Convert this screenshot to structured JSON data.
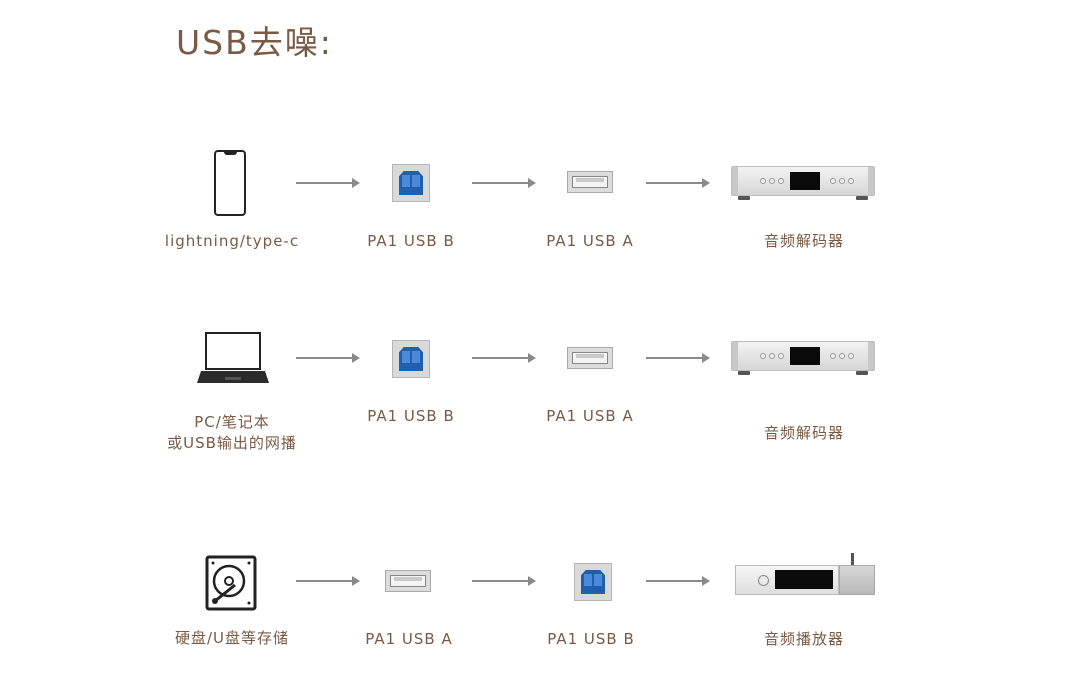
{
  "title": "USB去噪:",
  "rows": [
    {
      "source_label": "lightning/type-c",
      "step1_label": "PA1 USB B",
      "step2_label": "PA1 USB A",
      "target_label": "音频解码器"
    },
    {
      "source_label_line1": "PC/笔记本",
      "source_label_line2": "或USB输出的网播",
      "step1_label": "PA1 USB B",
      "step2_label": "PA1 USB A",
      "target_label": "音频解码器"
    },
    {
      "source_label": "硬盘/U盘等存储",
      "step1_label": "PA1 USB A",
      "step2_label": "PA1 USB B",
      "target_label": "音频播放器"
    }
  ],
  "icons": {
    "row1": [
      "phone-icon",
      "usb-b-port-icon",
      "usb-a-port-icon",
      "dac-device-icon"
    ],
    "row2": [
      "laptop-icon",
      "usb-b-port-icon",
      "usb-a-port-icon",
      "dac-device-icon"
    ],
    "row3": [
      "hard-drive-icon",
      "usb-a-port-icon",
      "usb-b-port-icon",
      "audio-player-icon"
    ]
  },
  "colors": {
    "label_text": "#7a5a44",
    "arrow": "#8a8a8a",
    "usb_b_blue": "#1e5fb0"
  }
}
